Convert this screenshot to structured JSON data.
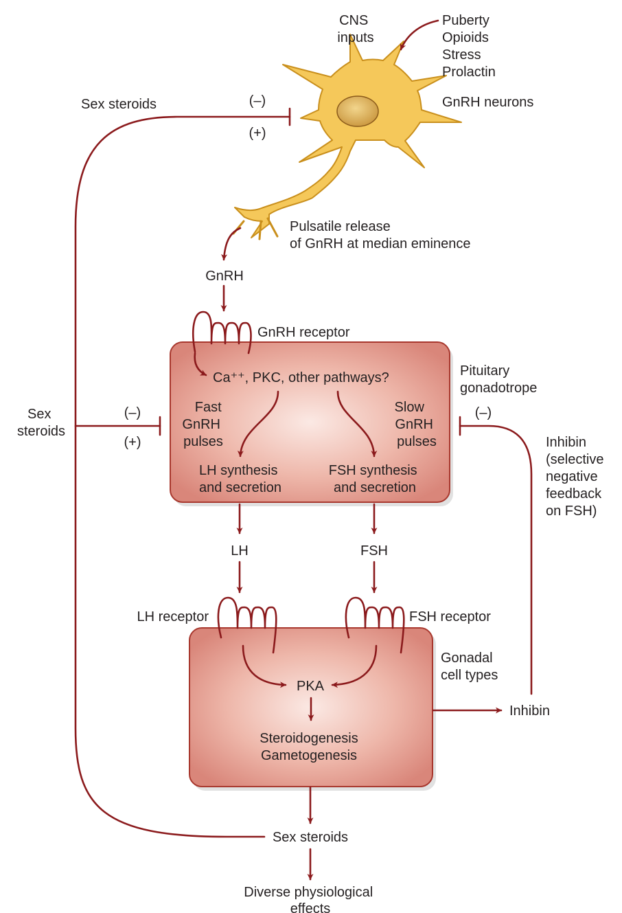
{
  "colors": {
    "arrow": "#8b1a1c",
    "box_fill": "#d9867a",
    "box_center": "#fbe9e4",
    "box_stroke": "#a8382e",
    "neuron_fill": "#f5c85a",
    "neuron_stroke": "#c98f1c",
    "nucleus_fill": "#d8b060",
    "text": "#231f20"
  },
  "labels": {
    "cns_inputs": [
      "CNS",
      "inputs"
    ],
    "cns_factors": [
      "Puberty",
      "Opioids",
      "Stress",
      "Prolactin"
    ],
    "gnrh_neurons": "GnRH neurons",
    "sex_steroids_top": "Sex steroids",
    "neg_top": "(–)",
    "pos_top": "(+)",
    "pulsatile_release": [
      "Pulsatile release",
      "of GnRH at median eminence"
    ],
    "gnrh": "GnRH",
    "gnrh_receptor": "GnRH receptor",
    "pathways": "Ca⁺⁺, PKC, other pathways?",
    "pituitary_gonadotrope": [
      "Pituitary",
      "gonadotrope"
    ],
    "fast_pulses": [
      "Fast",
      "GnRH",
      "pulses"
    ],
    "slow_pulses": [
      "Slow",
      "GnRH",
      "pulses"
    ],
    "lh_synthesis": [
      "LH synthesis",
      "and secretion"
    ],
    "fsh_synthesis": [
      "FSH synthesis",
      "and secretion"
    ],
    "sex_steroids_left": [
      "Sex",
      "steroids"
    ],
    "neg_left": "(–)",
    "pos_left": "(+)",
    "neg_right": "(–)",
    "inhibin_feedback": [
      "Inhibin",
      "(selective",
      "negative",
      "feedback",
      "on FSH)"
    ],
    "lh": "LH",
    "fsh": "FSH",
    "lh_receptor": "LH receptor",
    "fsh_receptor": "FSH receptor",
    "gonadal_cell_types": [
      "Gonadal",
      "cell types"
    ],
    "pka": "PKA",
    "steroidogenesis": "Steroidogenesis",
    "gametogenesis": "Gametogenesis",
    "inhibin": "Inhibin",
    "sex_steroids_bottom": "Sex steroids",
    "diverse_effects": [
      "Diverse physiological",
      "effects"
    ]
  }
}
